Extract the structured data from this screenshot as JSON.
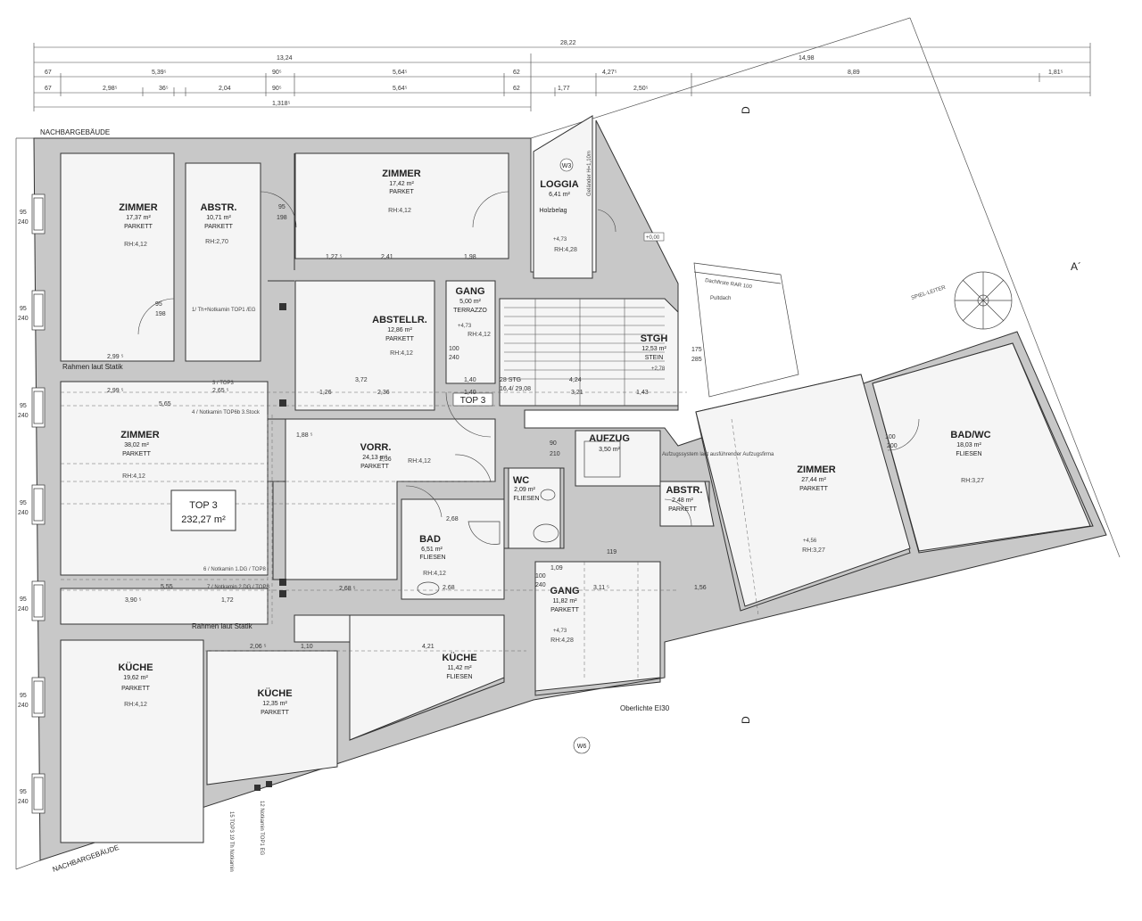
{
  "dimensions": {
    "overall": "28,22",
    "left_total": "13,24",
    "right_total": "14,98",
    "row2": [
      "67",
      "5,39⁵",
      "90⁵",
      "5,64⁵",
      "62",
      "4,27⁵",
      "8,89",
      "1,81⁵"
    ],
    "row3": [
      "67",
      "2,98⁵",
      "36⁵",
      "2,04",
      "90⁵",
      "5,64⁵",
      "62",
      "1,77",
      "2,50⁵"
    ],
    "row4": "1,318⁵"
  },
  "neighbors": {
    "top": "NACHBARGEBÄUDE",
    "bottom": "NACHBARGEBÄUDE"
  },
  "rooms": {
    "zimmer1": {
      "name": "ZIMMER",
      "area": "17,37 m²",
      "surface": "PARKETT",
      "rh": "RH:4,12"
    },
    "abstr1": {
      "name": "ABSTR.",
      "area": "10,71 m²",
      "surface": "PARKETT",
      "rh": "RH:2,70"
    },
    "zimmer2": {
      "name": "ZIMMER",
      "area": "17,42 m²",
      "surface": "PARKET",
      "rh": "RH:4,12"
    },
    "loggia": {
      "name": "LOGGIA",
      "area": "6,41 m²",
      "surface": "Holzbelag",
      "rh": "RH:4,28"
    },
    "gang1": {
      "name": "GANG",
      "area": "5,00 m²",
      "surface": "TERRAZZO",
      "rh": "RH:4,12"
    },
    "abstellr": {
      "name": "ABSTELLR.",
      "area": "12,86 m²",
      "surface": "PARKETT",
      "rh": "RH:4,12"
    },
    "stgh": {
      "name": "STGH",
      "area": "12,53 m²",
      "surface": "STEIN"
    },
    "zimmer3": {
      "name": "ZIMMER",
      "area": "38,02 m²",
      "surface": "PARKETT",
      "rh": "RH:4,12"
    },
    "vorr": {
      "name": "VORR.",
      "area": "24,13 m²",
      "surface": "PARKETT",
      "rh": "RH:4,12"
    },
    "aufzug": {
      "name": "AUFZUG",
      "area": "3,50 m²"
    },
    "wc": {
      "name": "WC",
      "area": "2,09 m²",
      "surface": "FLIESEN"
    },
    "abstr2": {
      "name": "ABSTR.",
      "area": "2,48 m²",
      "surface": "PARKETT"
    },
    "zimmer4": {
      "name": "ZIMMER",
      "area": "27,44 m²",
      "surface": "PARKETT",
      "rh": "RH:3,27"
    },
    "badwc": {
      "name": "BAD/WC",
      "area": "18,03 m²",
      "surface": "FLIESEN",
      "rh": "RH:3,27"
    },
    "bad": {
      "name": "BAD",
      "area": "6,51 m²",
      "surface": "FLIESEN",
      "rh": "RH:4,12"
    },
    "gang2": {
      "name": "GANG",
      "area": "11,82 m²",
      "surface": "PARKETT",
      "rh": "RH:4,28"
    },
    "kueche1": {
      "name": "KÜCHE",
      "area": "19,62 m²",
      "surface": "PARKETT",
      "rh": "RH:4,12"
    },
    "kueche2": {
      "name": "KÜCHE",
      "area": "12,35 m²",
      "surface": "PARKETT"
    },
    "kueche3": {
      "name": "KÜCHE",
      "area": "11,42 m²",
      "surface": "FLIESEN"
    }
  },
  "unit": {
    "name": "TOP 3",
    "area": "232,27 m²",
    "tag": "TOP 3"
  },
  "annotations": {
    "rahmen": "Rahmen laut Statik",
    "section_d": "D",
    "section_a": "A´",
    "w3": "W3",
    "w6": "W6",
    "oberlichte": "Oberlichte EI30",
    "dachfirste": "Dachfirste RAR 100",
    "pultdach": "Pultdach",
    "gelaender": "Geländer H=1,10m",
    "notkamin1": "1/ Th+Notkamin TOP1 /EG",
    "notkamin3": "3 / TOP3",
    "notkamin4": "4 / Notkamin TOP6b 3.Stock",
    "notkamin6": "6 / Notkamin 1.DG / TOP8",
    "notkamin7": "7 / Notkamin 2.DG / TOP8",
    "aufzugsystem": "Aufzugssystem laut ausführender Aufzugsfirma",
    "stg": "28 STG",
    "stg2": "16,4/ 29,08",
    "level1": "+4,73",
    "level2": "+2,78",
    "level3": "+4,56",
    "level4": "+4,73",
    "level5": "+4,73",
    "ref": "+0,00",
    "leiter": "SPIEL-LEITER",
    "vert1": "15 TOP3 19 Th Notkamin",
    "vert2": "12 Notkamin TOP1 EG"
  },
  "window_dims": {
    "a": "95",
    "b": "240"
  },
  "inner_dims": {
    "d1": "2,99 ⁵",
    "d2": "2,65 ⁵",
    "d3": "5,65",
    "d4": "3,72",
    "d5": "2,36",
    "d6": "1,40",
    "d7": "1,26",
    "d8": "2,36",
    "d9": "1,40",
    "d10": "3,21",
    "d11": "1,43",
    "d12": "4,24",
    "d13": "1,27 ⁵",
    "d14": "2,41",
    "d15": "1,98",
    "d16": "1,88 ⁵",
    "d17": "2,36",
    "d18": "3,90 ⁵",
    "d19": "5,55",
    "d20": "1,72",
    "d21": "2,68 ⁵",
    "d22": "2,68",
    "d23": "2,06 ⁵",
    "d24": "1,10",
    "d25": "4,21",
    "d26": "1,09",
    "d27": "3,11 ⁵",
    "d28": "1,56",
    "d29": "2,68",
    "d30": "119",
    "d31": "95",
    "d32": "198",
    "d33": "100",
    "d34": "240",
    "d35": "175",
    "d36": "285",
    "d37": "90",
    "d38": "210",
    "d39": "100",
    "d40": "200"
  }
}
